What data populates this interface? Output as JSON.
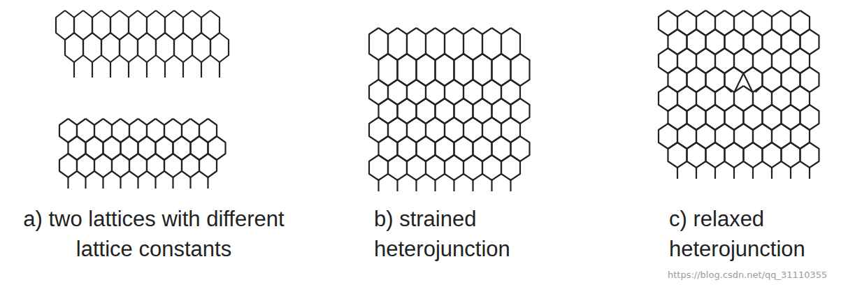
{
  "diagram": {
    "labels": [
      "a) two lattices with different lattice constants",
      "b) strained heterojunction",
      "c) relaxed heterojunction",
      "https://blog.csdn.net/qq_31110355"
    ]
  }
}
